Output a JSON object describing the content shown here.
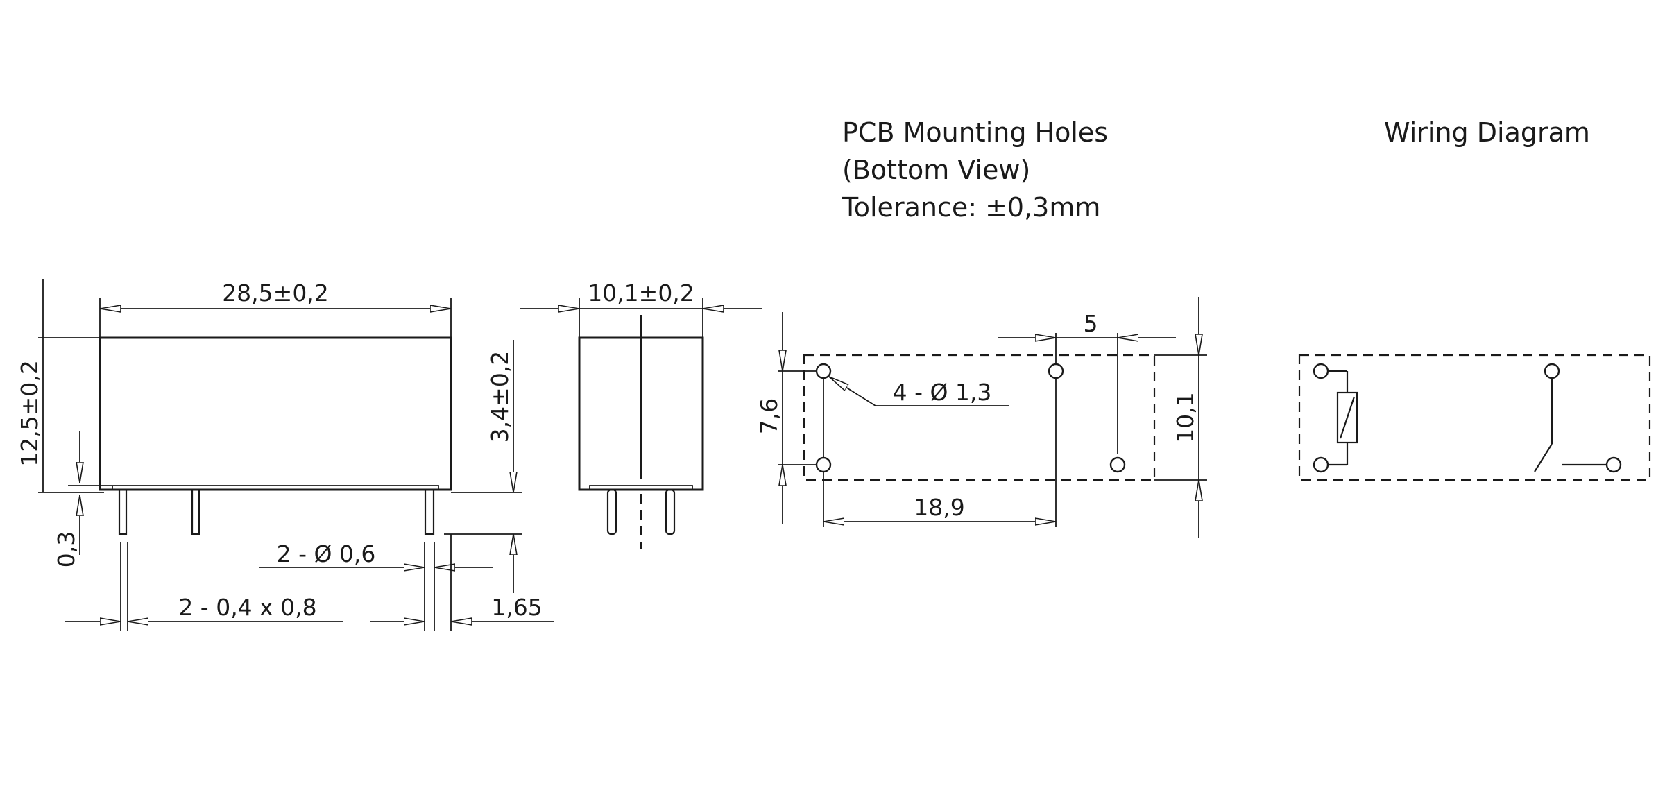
{
  "pcb_section": {
    "title_line1": "PCB Mounting Holes",
    "title_line2": "(Bottom View)",
    "title_line3": "Tolerance: ±0,3mm"
  },
  "wiring_section": {
    "title": "Wiring Diagram"
  },
  "dimensions": {
    "length": "28,5±0,2",
    "width": "10,1±0,2",
    "height": "12,5±0,2",
    "pin_height": "3,4±0,2",
    "base_gap": "0,3",
    "pin_hole_dia": "2 - Ø 0,6",
    "pin_size": "2 - 0,4 x 0,8",
    "pin_offset": "1,65",
    "hole_dia": "4 - Ø 1,3",
    "hole_row_spacing": "7,6",
    "hole_pitch": "18,9",
    "hole_offset": "5",
    "pcb_width": "10,1"
  }
}
